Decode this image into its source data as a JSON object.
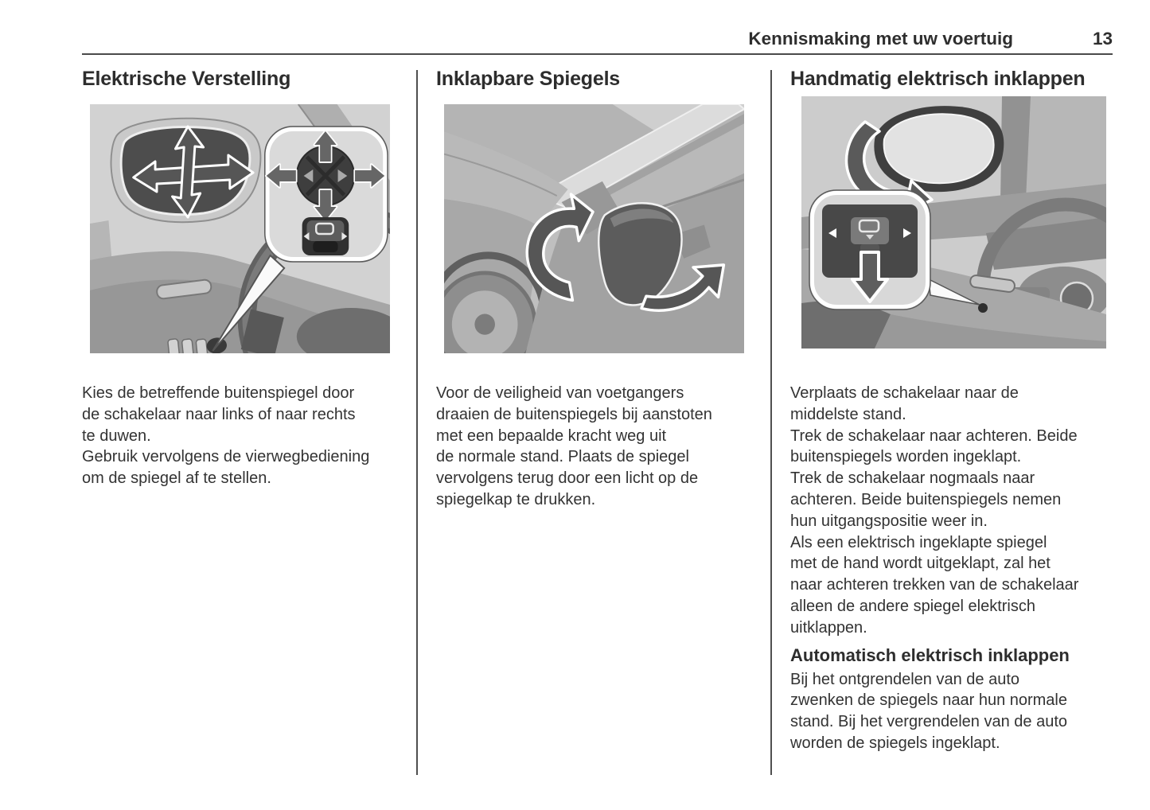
{
  "header": {
    "title": "Kennismaking met uw voertuig",
    "page_number": "13"
  },
  "columns": [
    {
      "heading": "Elektrische Verstelling",
      "figure": "door-mirror-four-way-adjustment-control-illustration",
      "paragraphs": [
        "Kies de betreffende buitenspiegel door\nde schakelaar naar links of naar rechts\nte duwen.",
        "Gebruik vervolgens de vierwegbediening\nom de spiegel af te stellen."
      ]
    },
    {
      "heading": "Inklapbare Spiegels",
      "figure": "exterior-mirror-folding-directions-illustration",
      "paragraphs": [
        "Voor de veiligheid van voetgangers\ndraaien de buitenspiegels bij aanstoten\nmet een bepaalde kracht weg uit\nde normale stand. Plaats de spiegel\nvervolgens terug door een licht op de\nspiegelkap te drukken."
      ]
    },
    {
      "heading": "Handmatig elektrisch inklappen",
      "figure": "mirror-folding-switch-callout-illustration",
      "paragraphs": [
        "Verplaats de schakelaar naar de\nmiddelste stand.",
        "Trek de schakelaar naar achteren. Beide\nbuitenspiegels worden ingeklapt.",
        "Trek de schakelaar nogmaals naar\nachteren. Beide buitenspiegels nemen\nhun uitgangspositie weer in.",
        "Als een elektrisch ingeklapte spiegel\nmet de hand wordt uitgeklapt, zal het\nnaar achteren trekken van de schakelaar\nalleen de andere spiegel elektrisch\nuitklappen."
      ],
      "subheading": "Automatisch elektrisch inklappen",
      "subparagraphs": [
        "Bij het ontgrendelen van de auto\nzwenken de spiegels naar hun normale\nstand. Bij het vergrendelen van de auto\nworden de spiegels ingeklapt."
      ]
    }
  ],
  "colors": {
    "text": "#333333",
    "heading": "#2d2d2d",
    "rule": "#4a4a4a",
    "illustration_bg": "#d2d2d2"
  }
}
